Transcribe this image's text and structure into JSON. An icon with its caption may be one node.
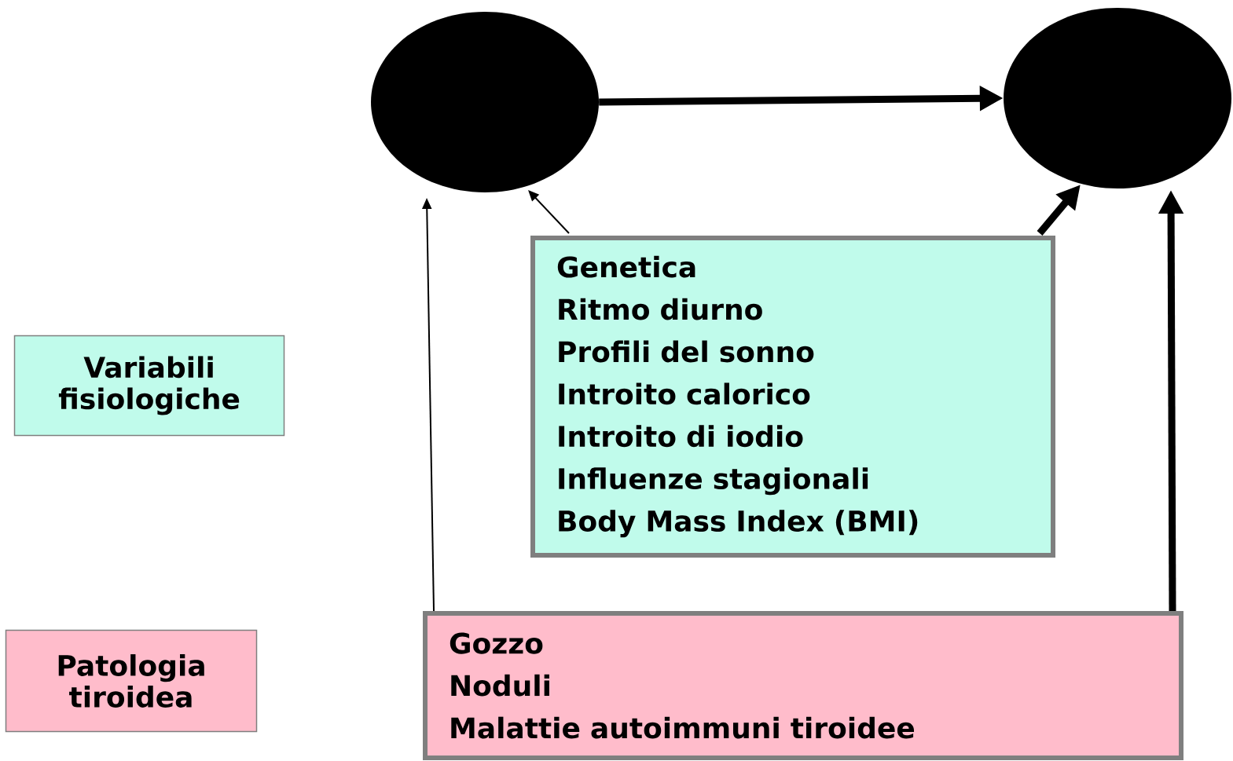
{
  "diagram": {
    "nodes": [
      {
        "text": [],
        "shape": "circle"
      },
      {
        "text": [],
        "shape": "circle"
      },
      {
        "text": [
          "Variabili fisiologiche"
        ]
      },
      {
        "text": [
          "Genetica",
          "Ritmo diurno",
          "Profili del sonno",
          "Introito calorico",
          "Introito di iodio",
          "Influenze stagionali",
          "Body Mass Index (BMI)"
        ]
      },
      {
        "text": [
          "Patologia tiroidea"
        ]
      },
      {
        "text": [
          "Gozzo",
          "Noduli",
          "Malattie autoimmuni tiroidee"
        ]
      }
    ],
    "edges": [
      {
        "from": 0,
        "to": 1,
        "arrow": "to"
      },
      {
        "from": 3,
        "to": 0,
        "arrow": "to"
      },
      {
        "from": 3,
        "to": 1,
        "arrow": "to"
      },
      {
        "from": 5,
        "to": 0,
        "arrow": "to"
      },
      {
        "from": 5,
        "to": 1,
        "arrow": "to"
      }
    ]
  }
}
